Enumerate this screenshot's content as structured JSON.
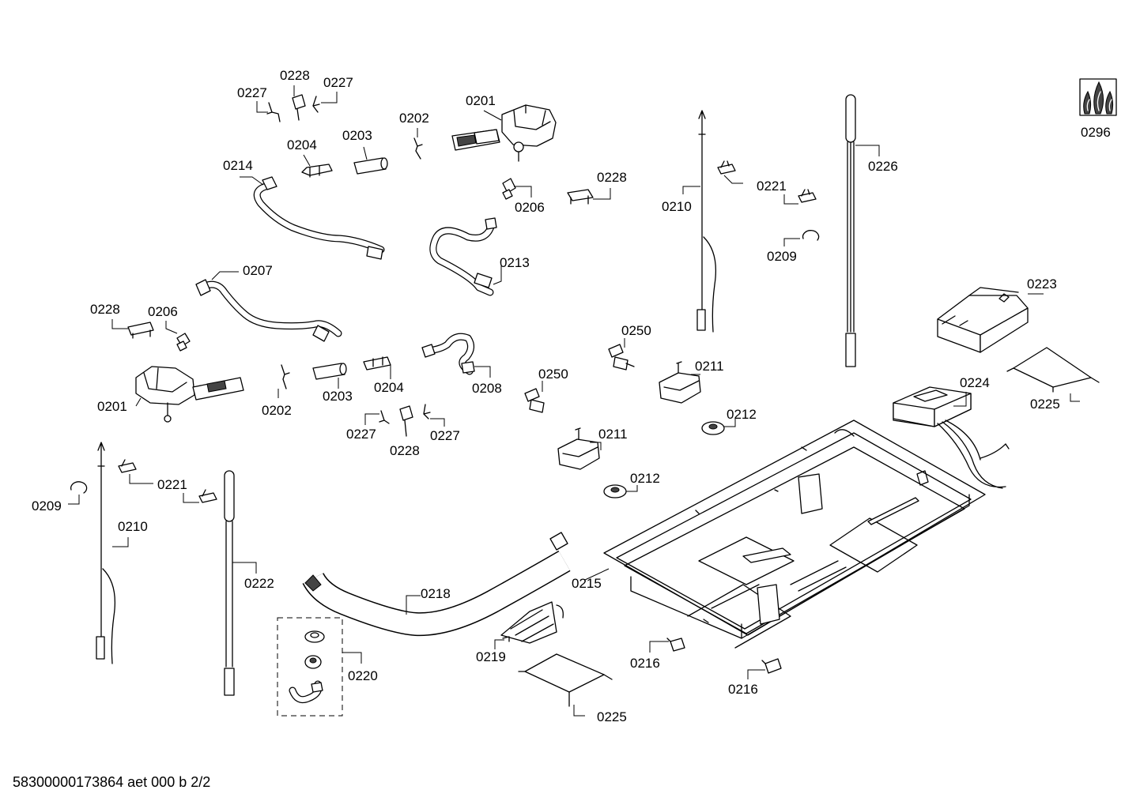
{
  "diagram": {
    "labels": {
      "l0227_a": "0227",
      "l0228_a": "0228",
      "l0227_b": "0227",
      "l0201_a": "0201",
      "l0202_a": "0202",
      "l0204_a": "0204",
      "l0203_a": "0203",
      "l0214": "0214",
      "l0228_b": "0228",
      "l0206_a": "0206",
      "l0213": "0213",
      "l0207": "0207",
      "l0228_c": "0228",
      "l0206_b": "0206",
      "l0201_b": "0201",
      "l0202_b": "0202",
      "l0203_b": "0203",
      "l0204_b": "0204",
      "l0208": "0208",
      "l0227_c": "0227",
      "l0228_d": "0228",
      "l0227_d": "0227",
      "l0250_a": "0250",
      "l0250_b": "0250",
      "l0211_a": "0211",
      "l0211_b": "0211",
      "l0212_a": "0212",
      "l0212_b": "0212",
      "l0210_a": "0210",
      "l0221_a": "0221",
      "l0209_a": "0209",
      "l0226": "0226",
      "l0296": "0296",
      "l0223": "0223",
      "l0225_a": "0225",
      "l0224": "0224",
      "l0215": "0215",
      "l0216_a": "0216",
      "l0216_b": "0216",
      "l0209_b": "0209",
      "l0221_b": "0221",
      "l0210_b": "0210",
      "l0222": "0222",
      "l0218": "0218",
      "l0220": "0220",
      "l0219": "0219",
      "l0225_b": "0225"
    }
  },
  "footer": {
    "doc_id": "58300000173864 aet 000 b 2/2"
  }
}
